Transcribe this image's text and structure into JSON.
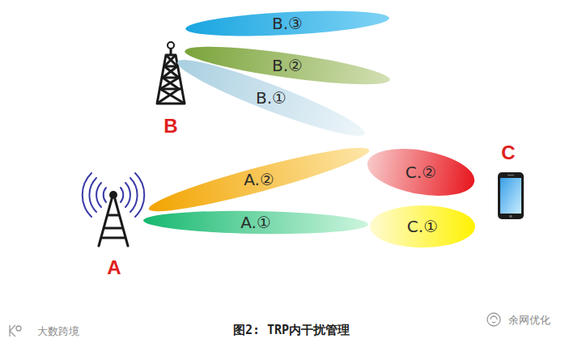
{
  "diagram": {
    "caption": "图2: TRP内干扰管理",
    "nodes": [
      {
        "text": [
          "B.③"
        ]
      },
      {
        "text": [
          "B.②"
        ]
      },
      {
        "text": [
          "B.①"
        ]
      },
      {
        "text": [
          "A.②"
        ]
      },
      {
        "text": [
          "C.②"
        ]
      },
      {
        "text": [
          "A.①"
        ]
      },
      {
        "text": [
          "C.①"
        ]
      }
    ],
    "labels": [
      "B",
      "C",
      "A",
      "大数跨境",
      "余网优化"
    ]
  }
}
